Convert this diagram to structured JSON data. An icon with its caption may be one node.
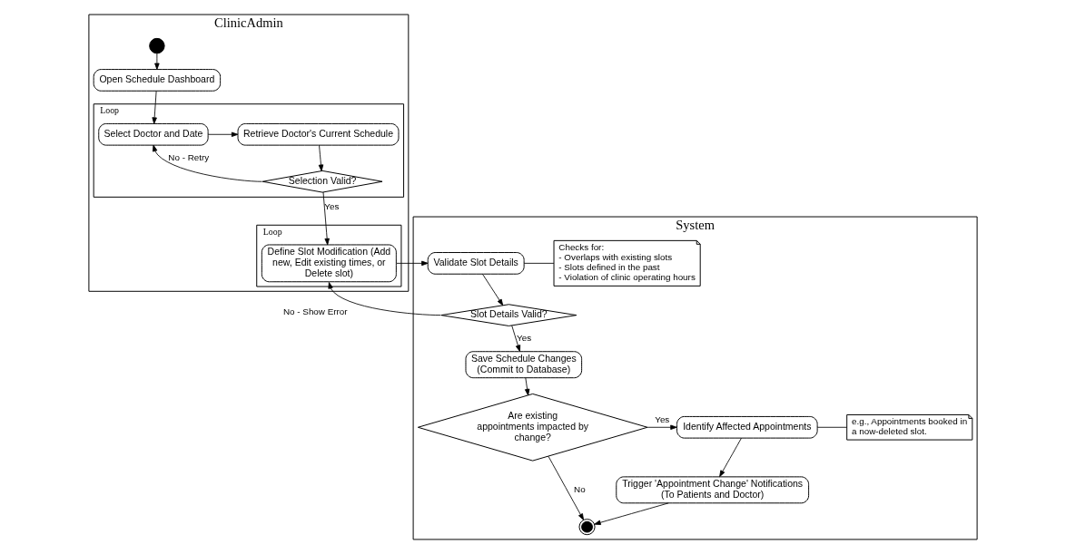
{
  "diagram": {
    "nodes": [
      {
        "text": [
          "ClinicAdmin"
        ]
      },
      {
        "text": [],
        "shape": "circle",
        "in": 0
      },
      {
        "text": [
          "Open Schedule Dashboard"
        ],
        "in": 0
      },
      {
        "text": [
          "Loop"
        ],
        "in": 0
      },
      {
        "text": [
          "Select Doctor and Date"
        ],
        "in": 3
      },
      {
        "text": [
          "Retrieve Doctor's Current Schedule"
        ],
        "in": 3
      },
      {
        "text": [
          "Selection Valid?"
        ],
        "in": 3
      },
      {
        "text": [
          "Loop"
        ],
        "in": 0
      },
      {
        "text": [
          "Define Slot Modification (Add new, Edit existing times, or Delete slot)"
        ],
        "in": 7
      },
      {
        "text": [
          "System"
        ]
      },
      {
        "text": [
          "Validate Slot Details"
        ],
        "in": 9
      },
      {
        "text": [
          "Checks for:",
          "- Overlaps with existing slots",
          "- Slots defined in the past",
          "- Violation of clinic operating hours"
        ],
        "in": 9
      },
      {
        "text": [
          "Slot Details Valid?"
        ],
        "in": 9
      },
      {
        "text": [
          "Save Schedule Changes (Commit to Database)"
        ],
        "in": 9
      },
      {
        "text": [
          "Are existing appointments impacted by change?"
        ],
        "in": 9
      },
      {
        "text": [
          "Identify Affected Appointments"
        ],
        "in": 9
      },
      {
        "text": [
          "e.g., Appointments booked in a now-deleted slot."
        ],
        "in": 9
      },
      {
        "text": [
          "Trigger 'Appointment Change' Notifications (To Patients and Doctor)"
        ],
        "in": 9
      },
      {
        "text": [],
        "shape": "circle",
        "in": 9
      }
    ],
    "edges": [
      {
        "from": 1,
        "to": 2,
        "arrow": "to"
      },
      {
        "from": 2,
        "to": 4,
        "arrow": "to"
      },
      {
        "from": 4,
        "to": 5,
        "arrow": "to"
      },
      {
        "from": 5,
        "to": 6,
        "arrow": "to"
      },
      {
        "from": 6,
        "to": 4,
        "arrow": "to",
        "label": "No - Retry"
      },
      {
        "from": 6,
        "to": 8,
        "arrow": "to",
        "label": "Yes"
      },
      {
        "from": 8,
        "to": 10,
        "arrow": "to"
      },
      {
        "from": 10,
        "to": 11,
        "arrow": "none"
      },
      {
        "from": 10,
        "to": 12,
        "arrow": "to"
      },
      {
        "from": 12,
        "to": 8,
        "arrow": "to",
        "label": "No - Show Error"
      },
      {
        "from": 12,
        "to": 13,
        "arrow": "to",
        "label": "Yes"
      },
      {
        "from": 13,
        "to": 14,
        "arrow": "to"
      },
      {
        "from": 14,
        "to": 15,
        "arrow": "to",
        "label": "Yes"
      },
      {
        "from": 15,
        "to": 16,
        "arrow": "none"
      },
      {
        "from": 15,
        "to": 17,
        "arrow": "to"
      },
      {
        "from": 17,
        "to": 18,
        "arrow": "to"
      },
      {
        "from": 14,
        "to": 18,
        "arrow": "to",
        "label": "No"
      }
    ]
  }
}
